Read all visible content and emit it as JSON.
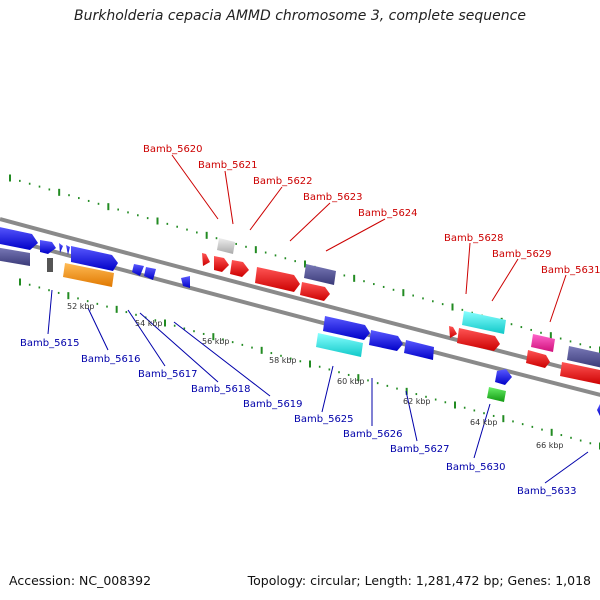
{
  "title": "Burkholderia cepacia AMMD chromosome 3, complete sequence",
  "footer": {
    "accession": "Accession: NC_008392",
    "summary": "Topology: circular; Length: 1,281,472 bp; Genes: 1,018"
  },
  "colors": {
    "backbone": "#8a8a8a",
    "tick": "#228b22",
    "red_label": "#cc0000",
    "blue_label": "#0000aa",
    "gene_blue": "#1a1aee",
    "gene_red": "#ee1111",
    "gene_slate": "#4b4b8f",
    "gene_cyan": "#22dddd",
    "gene_orange": "#ff9911",
    "gene_magenta": "#ee2299",
    "gene_green": "#22cc22",
    "gene_gray": "#cfcfcf"
  },
  "kbp_labels": [
    "52 kbp",
    "54 kbp",
    "56 kbp",
    "58 kbp",
    "60 kbp",
    "62 kbp",
    "64 kbp",
    "66 kbp"
  ],
  "labels_top": [
    "Bamb_5620",
    "Bamb_5621",
    "Bamb_5622",
    "Bamb_5623",
    "Bamb_5624",
    "Bamb_5628",
    "Bamb_5629",
    "Bamb_5631"
  ],
  "labels_bottom": [
    "Bamb_5615",
    "Bamb_5616",
    "Bamb_5617",
    "Bamb_5618",
    "Bamb_5619",
    "Bamb_5625",
    "Bamb_5626",
    "Bamb_5627",
    "Bamb_5630",
    "Bamb_5633"
  ]
}
